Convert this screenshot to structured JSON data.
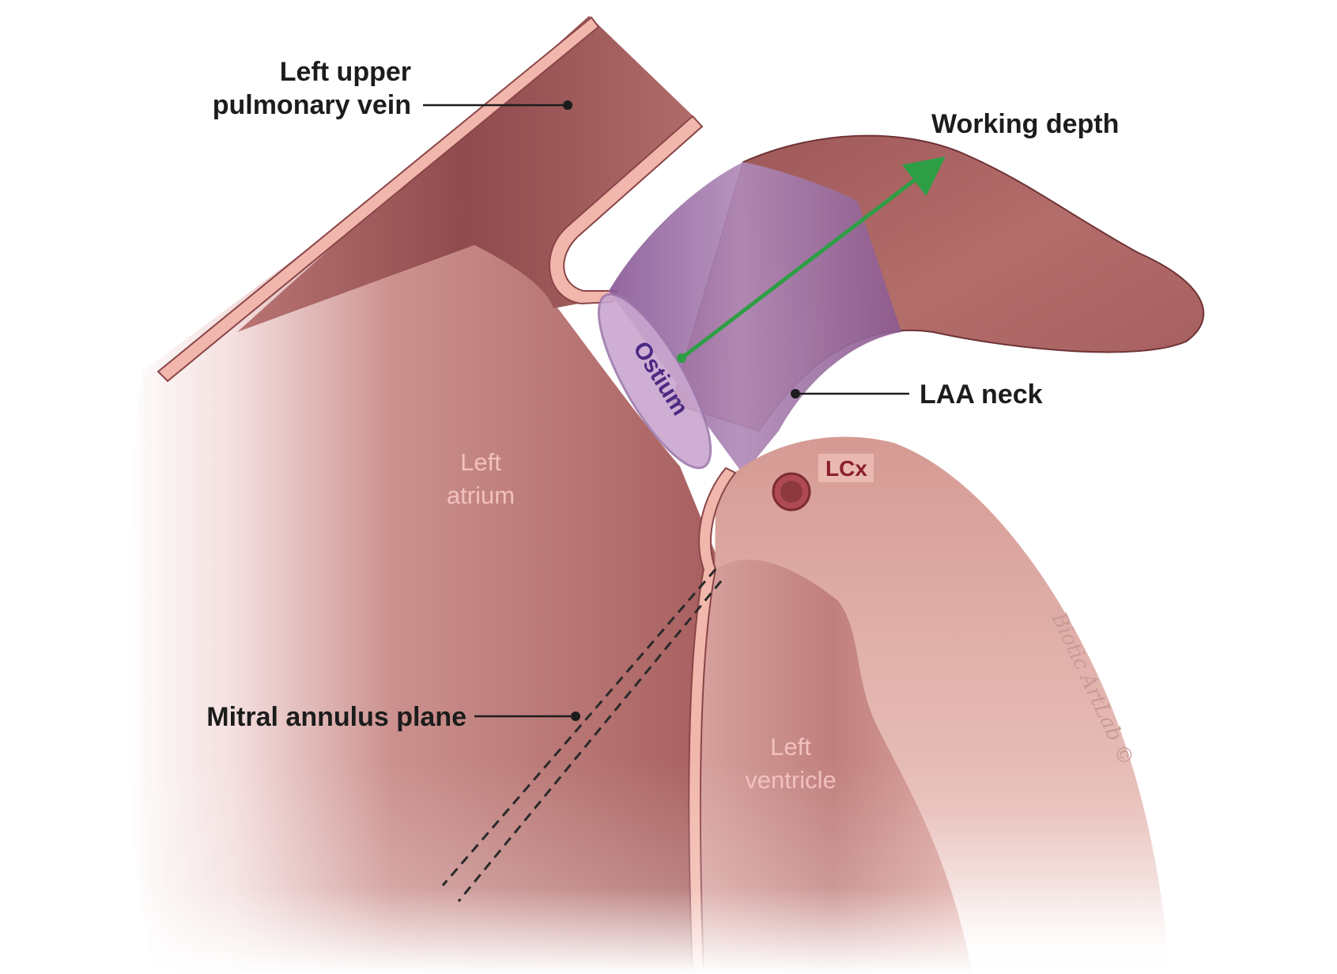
{
  "labels": {
    "pulmonary_vein_line1": "Left upper",
    "pulmonary_vein_line2": "pulmonary vein",
    "working_depth": "Working depth",
    "laa_neck": "LAA  neck",
    "ostium": "Ostium",
    "lcx": "LCx",
    "left_atrium_line1": "Left",
    "left_atrium_line2": "atrium",
    "left_ventricle_line1": "Left",
    "left_ventricle_line2": "ventricle",
    "mitral_annulus_plane": "Mitral annulus plane"
  },
  "signature": "Biotic ArtLab ©",
  "colors": {
    "tissue": "#b06a67",
    "tissue_dark": "#8f4a4c",
    "wall": "#f1b6ab",
    "wall_outline": "#7a3a3c",
    "neck_band": "#8e5a94",
    "arrow": "#2e9e46",
    "label_text": "#1c1c1c"
  }
}
